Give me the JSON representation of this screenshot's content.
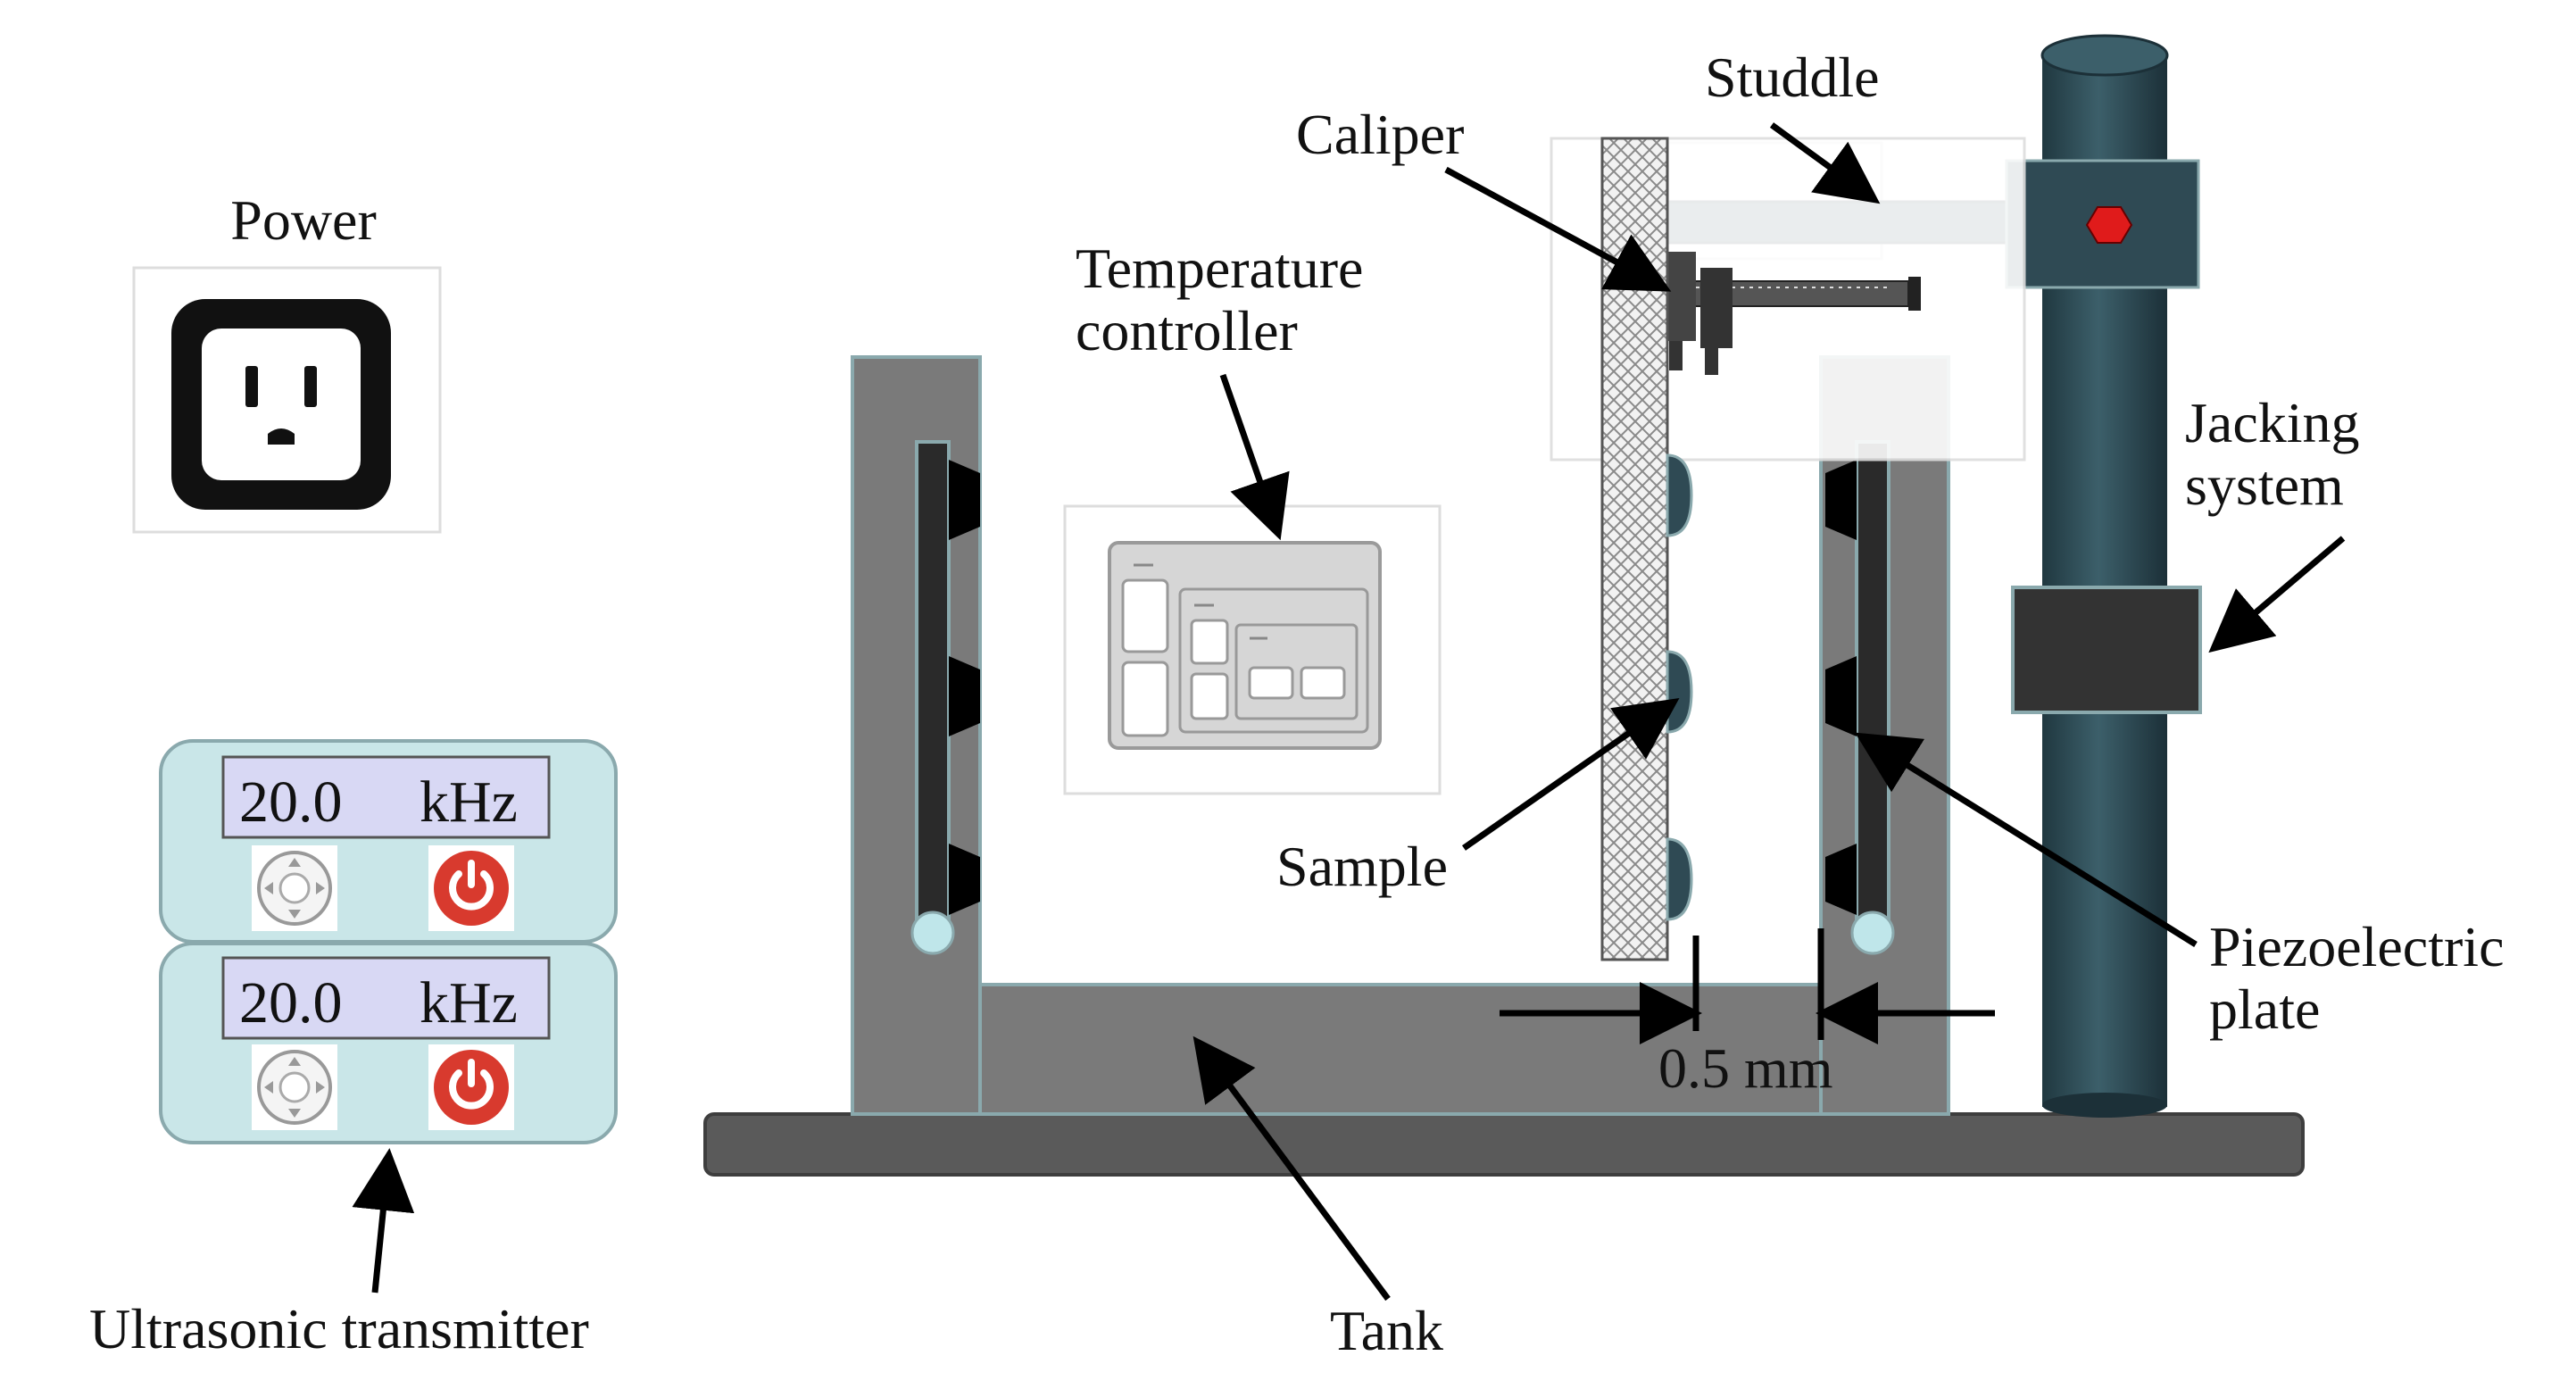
{
  "labels": {
    "power": "Power",
    "ultrasonic_transmitter": "Ultrasonic transmitter",
    "temperature_controller_line1": "Temperature",
    "temperature_controller_line2": "controller",
    "tank": "Tank",
    "caliper": "Caliper",
    "studdle": "Studdle",
    "jacking_system_line1": "Jacking",
    "jacking_system_line2": "system",
    "sample": "Sample",
    "piezoelectric_plate_line1": "Piezoelectric",
    "piezoelectric_plate_line2": "plate",
    "gap": "0.5 mm"
  },
  "transmitters": [
    {
      "frequency": "20.0",
      "unit": "kHz"
    },
    {
      "frequency": "20.0",
      "unit": "kHz"
    }
  ],
  "icons": {
    "outlet": "power-outlet-icon",
    "dpad": "direction-pad-icon",
    "power_button": "power-button-icon",
    "bolt": "hex-bolt-icon"
  },
  "colors": {
    "wire": "#2b2f9a",
    "transmitter_body": "#c9e6e8",
    "lcd": "#d8d8f4",
    "tank_wall": "#7a7a7a",
    "base": "#5a5a5a",
    "pole": "#2f4a54",
    "bolt": "#e01b1b",
    "power_red": "#d83a2e",
    "node": "#bfe6ea"
  }
}
